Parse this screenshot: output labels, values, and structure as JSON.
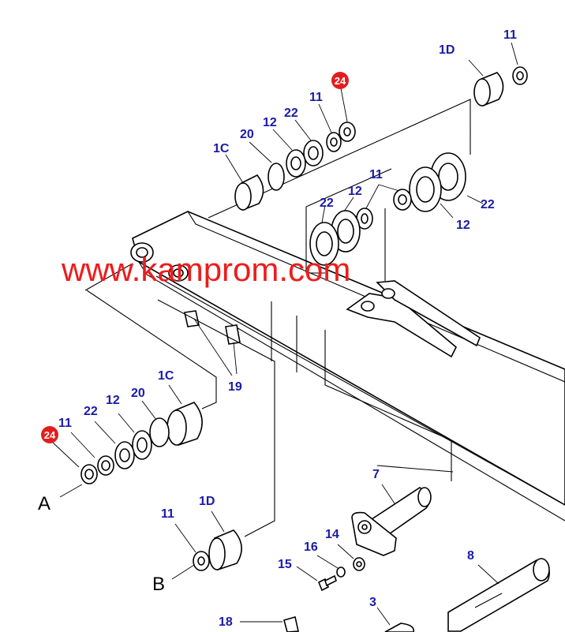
{
  "watermark": "www.kamprom.com",
  "colors": {
    "label": "#1a1aa8",
    "badge": "#e31d1d",
    "watermark": "#ee1c1c",
    "line": "#000000"
  },
  "labels": {
    "l1d_top": "1D",
    "l11_top": "11",
    "l24_top": "24",
    "l11_b": "11",
    "l22_a": "22",
    "l12_a": "12",
    "l20_a": "20",
    "l1c_a": "1C",
    "l11_c": "11",
    "l22_b": "22",
    "l12_b": "12",
    "l22_c": "22",
    "l12_c": "12",
    "l19": "19",
    "l1c_b": "1C",
    "l20_b": "20",
    "l12_d": "12",
    "l22_d": "22",
    "l11_d": "11",
    "l24_b": "24",
    "l7": "7",
    "l11_e": "11",
    "l1d_b": "1D",
    "l14": "14",
    "l16": "16",
    "l15": "15",
    "l8": "8",
    "l3": "3",
    "l18": "18"
  },
  "letters": {
    "a": "A",
    "b": "B"
  }
}
